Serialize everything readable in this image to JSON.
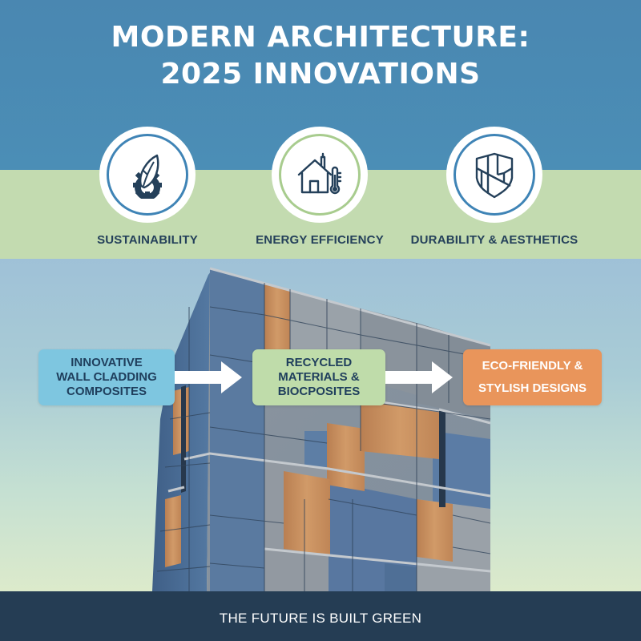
{
  "header": {
    "title_line1": "MODERN ARCHITECTURE:",
    "title_line2": "2025 INNOVATIONS"
  },
  "features": [
    {
      "icon": "leaf-gear-icon",
      "label": "SUSTAINABILITY",
      "ring_color": "#3f84b6"
    },
    {
      "icon": "house-thermometer-icon",
      "label": "ENERGY EFFICIENCY",
      "ring_color": "#a8cc8e"
    },
    {
      "icon": "shield-panels-icon",
      "label": "DURABILITY & AESTHETICS",
      "ring_color": "#3f84b6"
    }
  ],
  "flow": [
    {
      "lines": [
        "INNOVATIVE",
        "WALL CLADDING",
        "COMPOSITES"
      ],
      "color": "#7ec6e0"
    },
    {
      "lines": [
        "RECYCLED",
        "MATERIALS &",
        "BIOCPOSITES"
      ],
      "color": "#bfdcaa"
    },
    {
      "lines": [
        "ECO-FRIENDLY &",
        "STYLISH DESIGNS"
      ],
      "color": "#e9955b"
    }
  ],
  "flow_arrows": [
    "arrow-right-icon",
    "arrow-right-icon"
  ],
  "footer": {
    "tagline": "THE FUTURE IS BUILT GREEN"
  },
  "colors": {
    "header_blue": "#4b8db5",
    "band_green": "#c3dbb0",
    "footer_navy": "#253d54",
    "icon_navy": "#24405a",
    "wood": "#c98d5c",
    "panel_grey": "#8e979f",
    "panel_blue": "#4f6f96"
  }
}
